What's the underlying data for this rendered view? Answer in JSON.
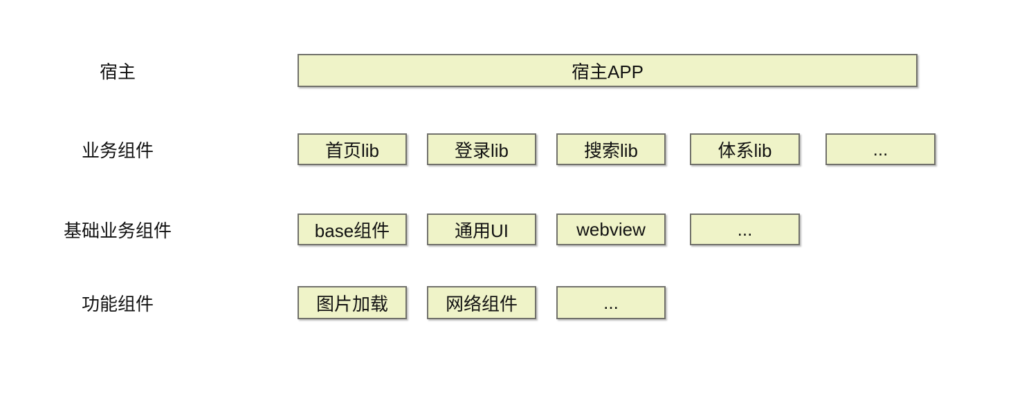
{
  "diagram": {
    "colors": {
      "background": "#ffffff",
      "box_fill": "#eff3c8",
      "box_border": "#70706a",
      "text": "#111111"
    },
    "rows": [
      {
        "label": "宿主",
        "boxes": [
          {
            "label": "宿主APP"
          }
        ]
      },
      {
        "label": "业务组件",
        "boxes": [
          {
            "label": "首页lib"
          },
          {
            "label": "登录lib"
          },
          {
            "label": "搜索lib"
          },
          {
            "label": "体系lib"
          },
          {
            "label": "..."
          }
        ]
      },
      {
        "label": "基础业务组件",
        "boxes": [
          {
            "label": "base组件"
          },
          {
            "label": "通用UI"
          },
          {
            "label": "webview"
          },
          {
            "label": "..."
          }
        ]
      },
      {
        "label": "功能组件",
        "boxes": [
          {
            "label": "图片加载"
          },
          {
            "label": "网络组件"
          },
          {
            "label": "..."
          }
        ]
      }
    ]
  }
}
